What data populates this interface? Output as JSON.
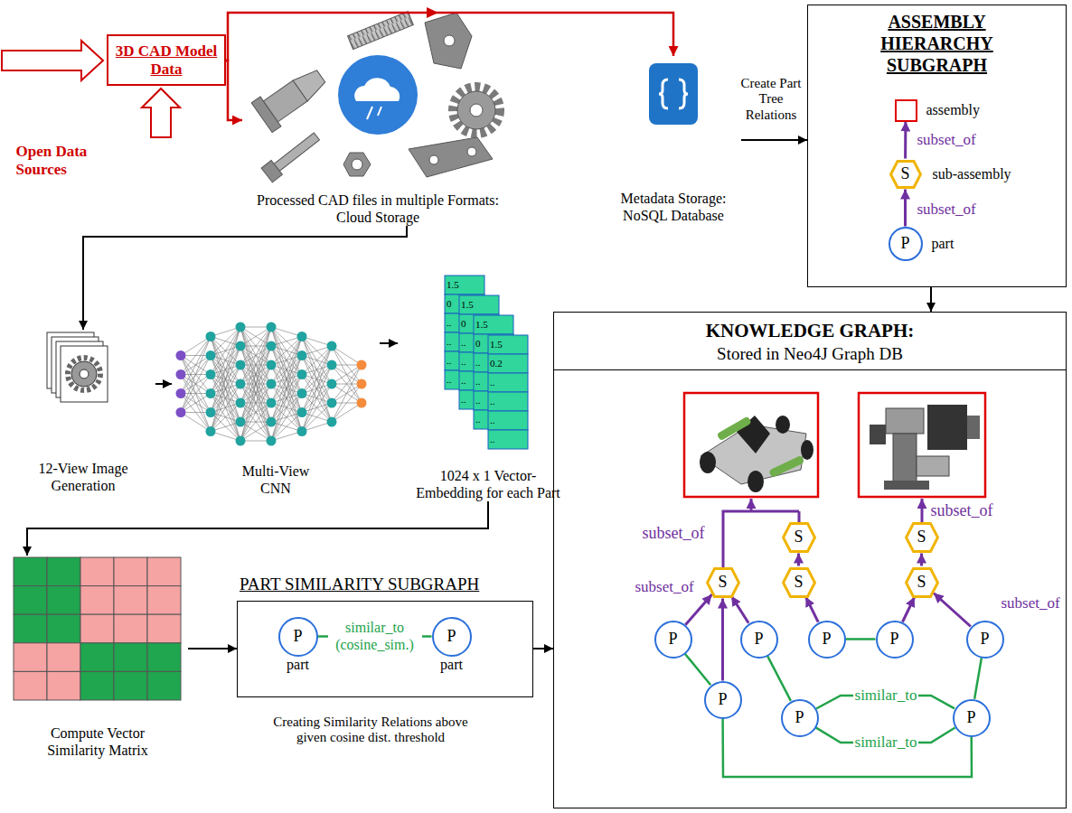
{
  "diagram": {
    "nodes": [
      {
        "text": [
          "3D CAD Model Data"
        ]
      },
      {
        "text": [
          "Processed CAD files in multiple Formats: Cloud Storage"
        ]
      },
      {
        "text": [
          "Metadata Storage: NoSQL Database"
        ]
      },
      {
        "text": [
          "ASSEMBLY HIERARCHY SUBGRAPH"
        ]
      },
      {
        "text": [
          "assembly"
        ],
        "in": 3
      },
      {
        "text": [
          "S",
          "sub-assembly"
        ],
        "in": 3
      },
      {
        "text": [
          "P",
          "part"
        ],
        "in": 3
      },
      {
        "text": [
          "12-View Image Generation"
        ]
      },
      {
        "text": [
          "Multi-View CNN"
        ]
      },
      {
        "text": [
          "1024 x 1 Vector-Embedding for each Part"
        ]
      },
      {
        "text": [
          "KNOWLEDGE GRAPH:",
          "Stored in Neo4J Graph DB"
        ]
      },
      {
        "text": [
          "S"
        ],
        "in": 10
      },
      {
        "text": [
          "S"
        ],
        "in": 10
      },
      {
        "text": [
          "S"
        ],
        "in": 10
      },
      {
        "text": [
          "S"
        ],
        "in": 10
      },
      {
        "text": [
          "S"
        ],
        "in": 10
      },
      {
        "text": [
          "P"
        ],
        "in": 10
      },
      {
        "text": [
          "P"
        ],
        "in": 10
      },
      {
        "text": [
          "P"
        ],
        "in": 10
      },
      {
        "text": [
          "P"
        ],
        "in": 10
      },
      {
        "text": [
          "P"
        ],
        "in": 10
      },
      {
        "text": [
          "P"
        ],
        "in": 10
      },
      {
        "text": [
          "P"
        ],
        "in": 10
      },
      {
        "text": [
          "P"
        ],
        "in": 10
      },
      {
        "text": [
          "Compute Vector Similarity Matrix"
        ]
      },
      {
        "text": [
          "PART SIMILARITY SUBGRAPH"
        ]
      },
      {
        "text": [
          "P",
          "part"
        ],
        "in": 25
      },
      {
        "text": [
          "P",
          "part"
        ],
        "in": 25
      }
    ],
    "edges": [
      {
        "from": 0,
        "to": 1,
        "arrow": "to"
      },
      {
        "from": 0,
        "to": 2,
        "arrow": "to"
      },
      {
        "from": 2,
        "to": 3,
        "label": "Create Part Tree Relations",
        "arrow": "to"
      },
      {
        "from": 6,
        "to": 5,
        "label": "subset_of",
        "arrow": "to"
      },
      {
        "from": 5,
        "to": 4,
        "label": "subset_of",
        "arrow": "to"
      },
      {
        "from": 3,
        "to": 10,
        "arrow": "to"
      },
      {
        "from": 1,
        "to": 7,
        "arrow": "to"
      },
      {
        "from": 7,
        "to": 8,
        "arrow": "to"
      },
      {
        "from": 8,
        "to": 9,
        "arrow": "to"
      },
      {
        "from": 9,
        "to": 24,
        "arrow": "to"
      },
      {
        "from": 24,
        "to": 25,
        "arrow": "to"
      },
      {
        "from": 25,
        "to": 10,
        "arrow": "to"
      },
      {
        "from": 26,
        "to": 27,
        "label": "similar_to (cosine_sim.)",
        "arrow": "none"
      },
      {
        "from": 14,
        "to": 11,
        "arrow": "to"
      },
      {
        "from": 15,
        "to": 12,
        "arrow": "to"
      },
      {
        "from": 16,
        "to": 13,
        "label": "subset_of",
        "arrow": "to"
      },
      {
        "from": 17,
        "to": 13,
        "arrow": "to"
      },
      {
        "from": 21,
        "to": 13,
        "arrow": "to"
      },
      {
        "from": 18,
        "to": 14,
        "arrow": "to"
      },
      {
        "from": 19,
        "to": 15,
        "arrow": "to"
      },
      {
        "from": 20,
        "to": 15,
        "label": "subset_of",
        "arrow": "to"
      },
      {
        "from": 16,
        "to": 21,
        "arrow": "none"
      },
      {
        "from": 18,
        "to": 19,
        "arrow": "none"
      },
      {
        "from": 22,
        "to": 23,
        "label": "similar_to",
        "arrow": "none"
      },
      {
        "from": 22,
        "to": 23,
        "label": "similar_to",
        "arrow": "none"
      },
      {
        "from": 20,
        "to": 23,
        "arrow": "none"
      },
      {
        "from": 21,
        "to": 23,
        "arrow": "none"
      },
      {
        "from": 17,
        "to": 22,
        "arrow": "none"
      }
    ],
    "labels": [
      "Open Data Sources",
      "1.5",
      "0",
      "..",
      "..",
      "..",
      "..",
      "1.5",
      "0",
      "..",
      "..",
      "..",
      "..",
      "1.5",
      "0",
      "..",
      "..",
      "..",
      "..",
      "1.5",
      "0.2",
      "..",
      "..",
      "..",
      "..",
      "subset_of",
      "subset_of",
      "Creating Similarity Relations above given cosine dist. threshold"
    ]
  }
}
